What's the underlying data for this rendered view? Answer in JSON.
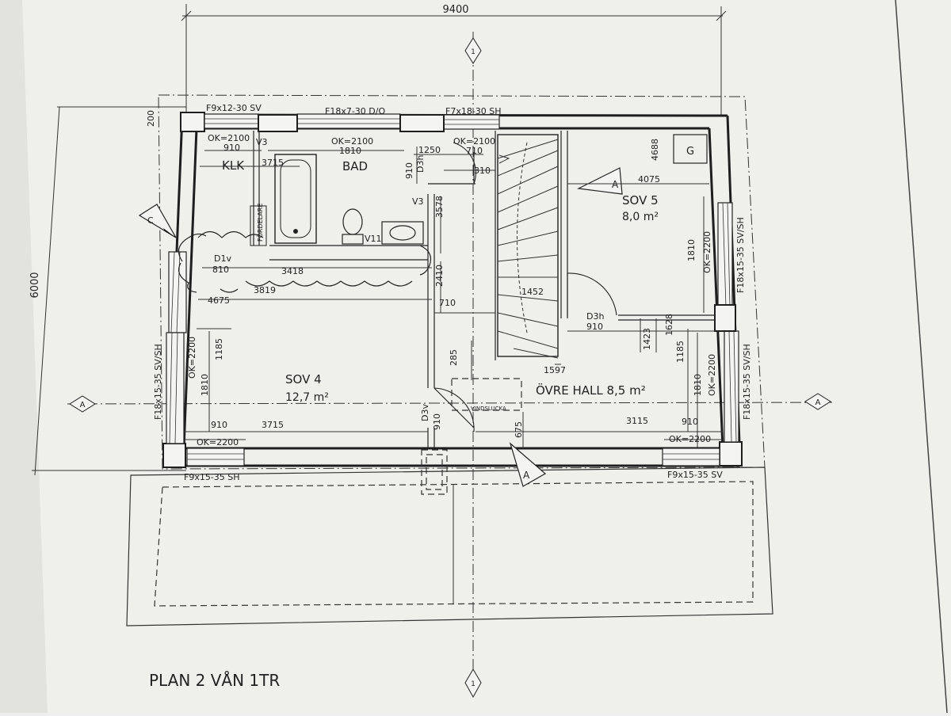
{
  "title": "PLAN 2 VÅN 1TR",
  "overall_width": "9400",
  "overall_height": "6000",
  "rooms": {
    "klk": "KLK",
    "bad": "BAD",
    "sov4_name": "SOV 4",
    "sov4_area": "12,7 m²",
    "sov5_name": "SOV 5",
    "sov5_area": "8,0 m²",
    "hall_name": "ÖVRE HALL 8,5 m²"
  },
  "window_labels": {
    "top_left": "F9x12-30 SV",
    "top_mid": "F18x7-30 D/O",
    "top_right": "F7x18-30 SH",
    "left": "F18x15-35 SV/SH",
    "right_upper": "F18x15-35 SV/SH",
    "right_lower": "F18x15-35 SV/SH",
    "bottom_left": "F9x15-35 SH",
    "bottom_right": "F9x15-35 SV"
  },
  "openings": {
    "ok_klk": "OK=2100",
    "ok_bad": "OK=2100",
    "ok_hall_top": "OK=2100",
    "ok_sov4_left": "OK=2200",
    "ok_sov4_bottom": "OK=2200",
    "ok_sov5": "OK=2200",
    "ok_right_lower": "OK=2200",
    "ok_bottom_right": "OK=2200"
  },
  "doors": {
    "d1v": "D1v",
    "d3h_top": "D3h",
    "d3h": "D3h",
    "d3v": "D3v"
  },
  "symbols": {
    "v3_top": "V3",
    "v3": "V3",
    "v11": "V11",
    "g": "G",
    "fordelare": "FÖRDELARE",
    "vindslucka": "VINDSLUCKA",
    "section": "A",
    "grid_top": "1",
    "grid_bottom": "1",
    "callout": "C"
  },
  "dimensions": {
    "d200": "200",
    "d910_klk": "910",
    "d1810_bad": "1810",
    "d1250": "1250",
    "d710_top": "710",
    "d3715_top": "3715",
    "d910_v": "910",
    "d310": "310",
    "d4688": "4688",
    "d4075": "4075",
    "d3578": "3578",
    "d810": "810",
    "d3418": "3418",
    "d2410": "2410",
    "d4675": "4675",
    "d3819": "3819",
    "d710_mid": "710",
    "d1452": "1452",
    "d910_d3h": "910",
    "d1810_r1": "1810",
    "d1810_l": "1810",
    "d1185_l": "1185",
    "d285": "285",
    "d1597": "1597",
    "d1423": "1423",
    "d1628": "1628",
    "d1185_r": "1185",
    "d1810_r2": "1810",
    "d910_bl": "910",
    "d3715_bl": "3715",
    "d910_d3v": "910",
    "d675": "675",
    "d3115": "3115",
    "d910_br": "910"
  }
}
